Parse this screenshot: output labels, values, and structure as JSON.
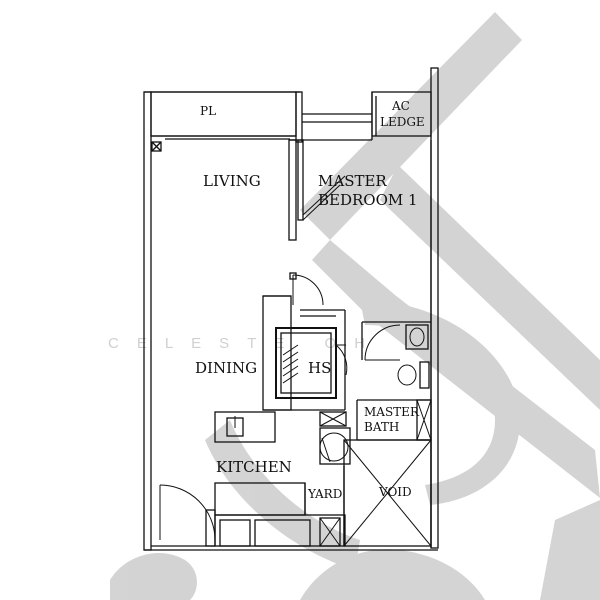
{
  "rooms": {
    "pl": "PL",
    "living": "LIVING",
    "master_bedroom_line1": "MASTER",
    "master_bedroom_line2": "BEDROOM 1",
    "ac_ledge_line1": "AC",
    "ac_ledge_line2": "LEDGE",
    "dining": "DINING",
    "hs": "HS",
    "master_bath_line1": "MASTER",
    "master_bath_line2": "BATH",
    "kitchen": "KITCHEN",
    "yard": "YARD",
    "void": "VOID"
  },
  "watermark": {
    "text": "CELESTE OH",
    "color": "#c8c8c8"
  },
  "colors": {
    "line": "#111111",
    "background": "#ffffff"
  }
}
